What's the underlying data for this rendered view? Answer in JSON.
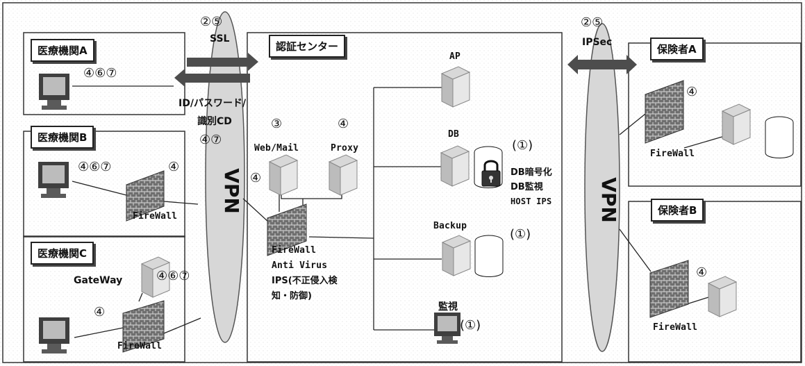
{
  "colors": {
    "line": "#222222",
    "ellipse": "#c8c8c8",
    "firewall": "#666666",
    "monitor": "#4a4a4a",
    "server": "#cfcfcf"
  },
  "icons": {
    "monitor": "monitor-icon",
    "server": "server-icon",
    "database": "database-icon",
    "firewall": "firewall-icon",
    "lock": "lock-icon",
    "arrow": "double-arrow-icon"
  },
  "panels": {
    "hospital_a": "医療機関A",
    "hospital_b": "医療機関B",
    "hospital_c": "医療機関C",
    "auth_center": "認証センター",
    "insurer_a": "保険者A",
    "insurer_b": "保険者B"
  },
  "left_channel": {
    "top_marks": "②⑤",
    "top_label": "SSL",
    "vpn": "VPN",
    "id_text_line1": "ID/パスワード/",
    "id_text_line2": "識別CD",
    "id_marks": "④⑦"
  },
  "right_channel": {
    "top_marks": "②⑤",
    "top_label": "IPSec",
    "vpn": "VPN"
  },
  "labels": {
    "hospital_a_marks": "④⑥⑦",
    "hospital_b_marks": "④⑥⑦",
    "hospital_b_fw_mark": "④",
    "hospital_b_firewall": "FireWall",
    "hospital_c_gateway": "GateWay",
    "hospital_c_marks": "④⑥⑦",
    "hospital_c_fw_mark": "④",
    "hospital_c_firewall": "FireWall",
    "auth_web_mark": "③",
    "auth_web": "Web/Mail",
    "auth_proxy_mark": "④",
    "auth_proxy": "Proxy",
    "auth_web_fw_mark": "④",
    "auth_firewall": "FireWall",
    "auth_antivirus": "Anti Virus",
    "auth_ips_line1": "IPS(不正侵入検",
    "auth_ips_line2": "知・防御)",
    "ap": "AP",
    "db": "DB",
    "db_mark": "(①)",
    "db_line1": "DB暗号化",
    "db_line2": "DB監視",
    "db_line3": "HOST IPS",
    "backup": "Backup",
    "backup_mark": "(①)",
    "monitor_label": "監視",
    "monitor_mark": "(①)",
    "insurer_a_mark": "④",
    "insurer_a_firewall": "FireWall",
    "insurer_b_mark": "④",
    "insurer_b_firewall": "FireWall"
  }
}
